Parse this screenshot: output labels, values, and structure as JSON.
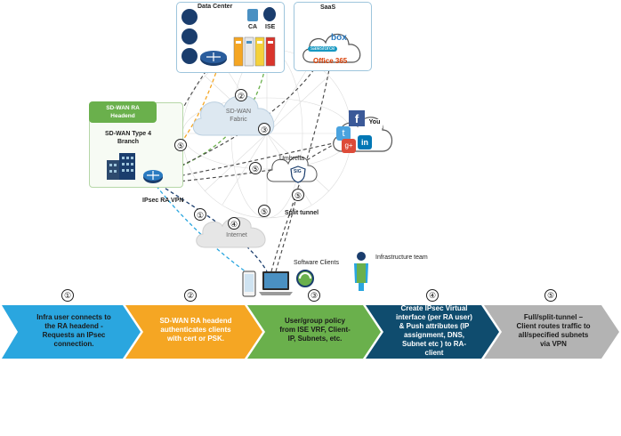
{
  "datacenter": {
    "label": "Data Center",
    "ca_label": "CA",
    "ise_label": "ISE"
  },
  "saas": {
    "label": "SaaS",
    "box_text": "box",
    "salesforce_text": "salesforce",
    "office_text": "Office 365"
  },
  "social": {
    "facebook_text": "f",
    "youtube_text": "You",
    "twitter_text": "t",
    "googleplus_text": "g+",
    "linkedin_text": "in"
  },
  "fabric": {
    "label_line1": "SD-WAN",
    "label_line2": "Fabric"
  },
  "branch": {
    "headend_tag": "SD-WAN RA\nHeadend",
    "type_label": "SD-WAN Type 4\nBranch",
    "ipsec_label": "IPsec RA VPN"
  },
  "umbrella": {
    "label": "Umbrella",
    "sig_text": "SIG"
  },
  "internet": {
    "label": "Internet"
  },
  "split_tunnel": {
    "label": "Split tunnel"
  },
  "clients": {
    "label": "Software Clients"
  },
  "infra_team": {
    "label": "Infrastructure team"
  },
  "markers": {
    "m1": "①",
    "m2": "②",
    "m3": "③",
    "m4": "④",
    "m5a": "⑤",
    "m5b": "⑤",
    "m5c": "⑤",
    "m5d": "⑤"
  },
  "steps": [
    {
      "num": "①",
      "text": "Infra user connects to\nthe RA headend -\nRequests an IPsec\nconnection.",
      "color": "#2aa6df"
    },
    {
      "num": "②",
      "text": "SD-WAN RA headend\nauthenticates clients\nwith cert or PSK.",
      "color": "#f5a623"
    },
    {
      "num": "③",
      "text": "User/group policy\nfrom ISE VRF, Client-\nIP, Subnets, etc.",
      "color": "#6ab04c"
    },
    {
      "num": "④",
      "text": "Create IPsec Virtual\ninterface (per RA user)\n& Push attributes (IP\nassignment, DNS,\nSubnet etc ) to RA-\nclient",
      "color": "#0f4c6e"
    },
    {
      "num": "⑤",
      "text": "Full/split-tunnel –\nClient routes traffic to\nall/specified subnets\nvia VPN",
      "color": "#b3b3b3"
    }
  ],
  "colors": {
    "blue_line": "#2aa6df",
    "orange_line": "#f5a623",
    "green_line": "#6ab04c",
    "dark_line": "#333333",
    "navy": "#1a3d6d"
  }
}
